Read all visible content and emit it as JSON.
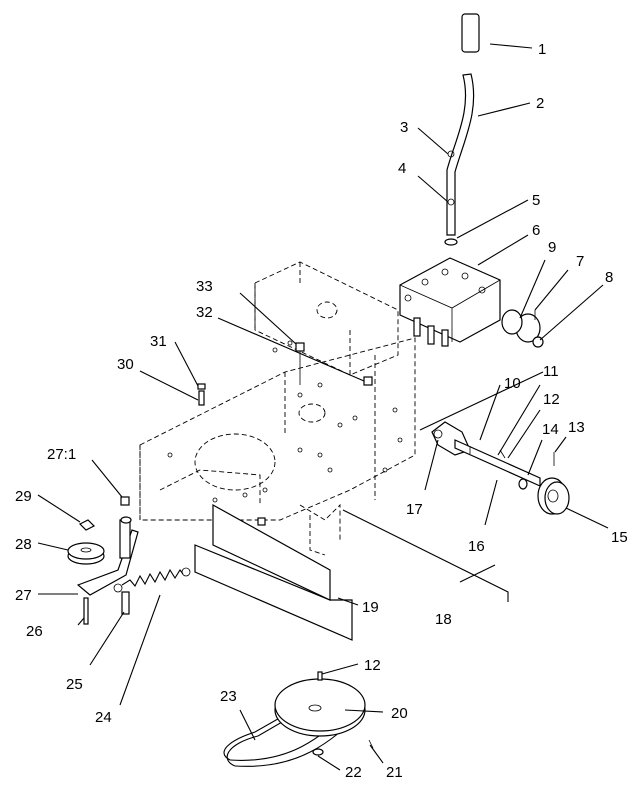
{
  "callouts": [
    {
      "id": "1",
      "text": "1"
    },
    {
      "id": "2",
      "text": "2"
    },
    {
      "id": "3",
      "text": "3"
    },
    {
      "id": "4",
      "text": "4"
    },
    {
      "id": "5",
      "text": "5"
    },
    {
      "id": "6",
      "text": "6"
    },
    {
      "id": "7",
      "text": "7"
    },
    {
      "id": "8",
      "text": "8"
    },
    {
      "id": "9",
      "text": "9"
    },
    {
      "id": "10",
      "text": "10"
    },
    {
      "id": "11",
      "text": "11"
    },
    {
      "id": "12a",
      "text": "12"
    },
    {
      "id": "13",
      "text": "13"
    },
    {
      "id": "14",
      "text": "14"
    },
    {
      "id": "15",
      "text": "15"
    },
    {
      "id": "16",
      "text": "16"
    },
    {
      "id": "17",
      "text": "17"
    },
    {
      "id": "18",
      "text": "18"
    },
    {
      "id": "19",
      "text": "19"
    },
    {
      "id": "20",
      "text": "20"
    },
    {
      "id": "21",
      "text": "21"
    },
    {
      "id": "22",
      "text": "22"
    },
    {
      "id": "23",
      "text": "23"
    },
    {
      "id": "24",
      "text": "24"
    },
    {
      "id": "25",
      "text": "25"
    },
    {
      "id": "26",
      "text": "26"
    },
    {
      "id": "27",
      "text": "27"
    },
    {
      "id": "27_1",
      "text": "27:1"
    },
    {
      "id": "28",
      "text": "28"
    },
    {
      "id": "29",
      "text": "29"
    },
    {
      "id": "30",
      "text": "30"
    },
    {
      "id": "31",
      "text": "31"
    },
    {
      "id": "32",
      "text": "32"
    },
    {
      "id": "33",
      "text": "33"
    },
    {
      "id": "12b",
      "text": "12"
    }
  ]
}
